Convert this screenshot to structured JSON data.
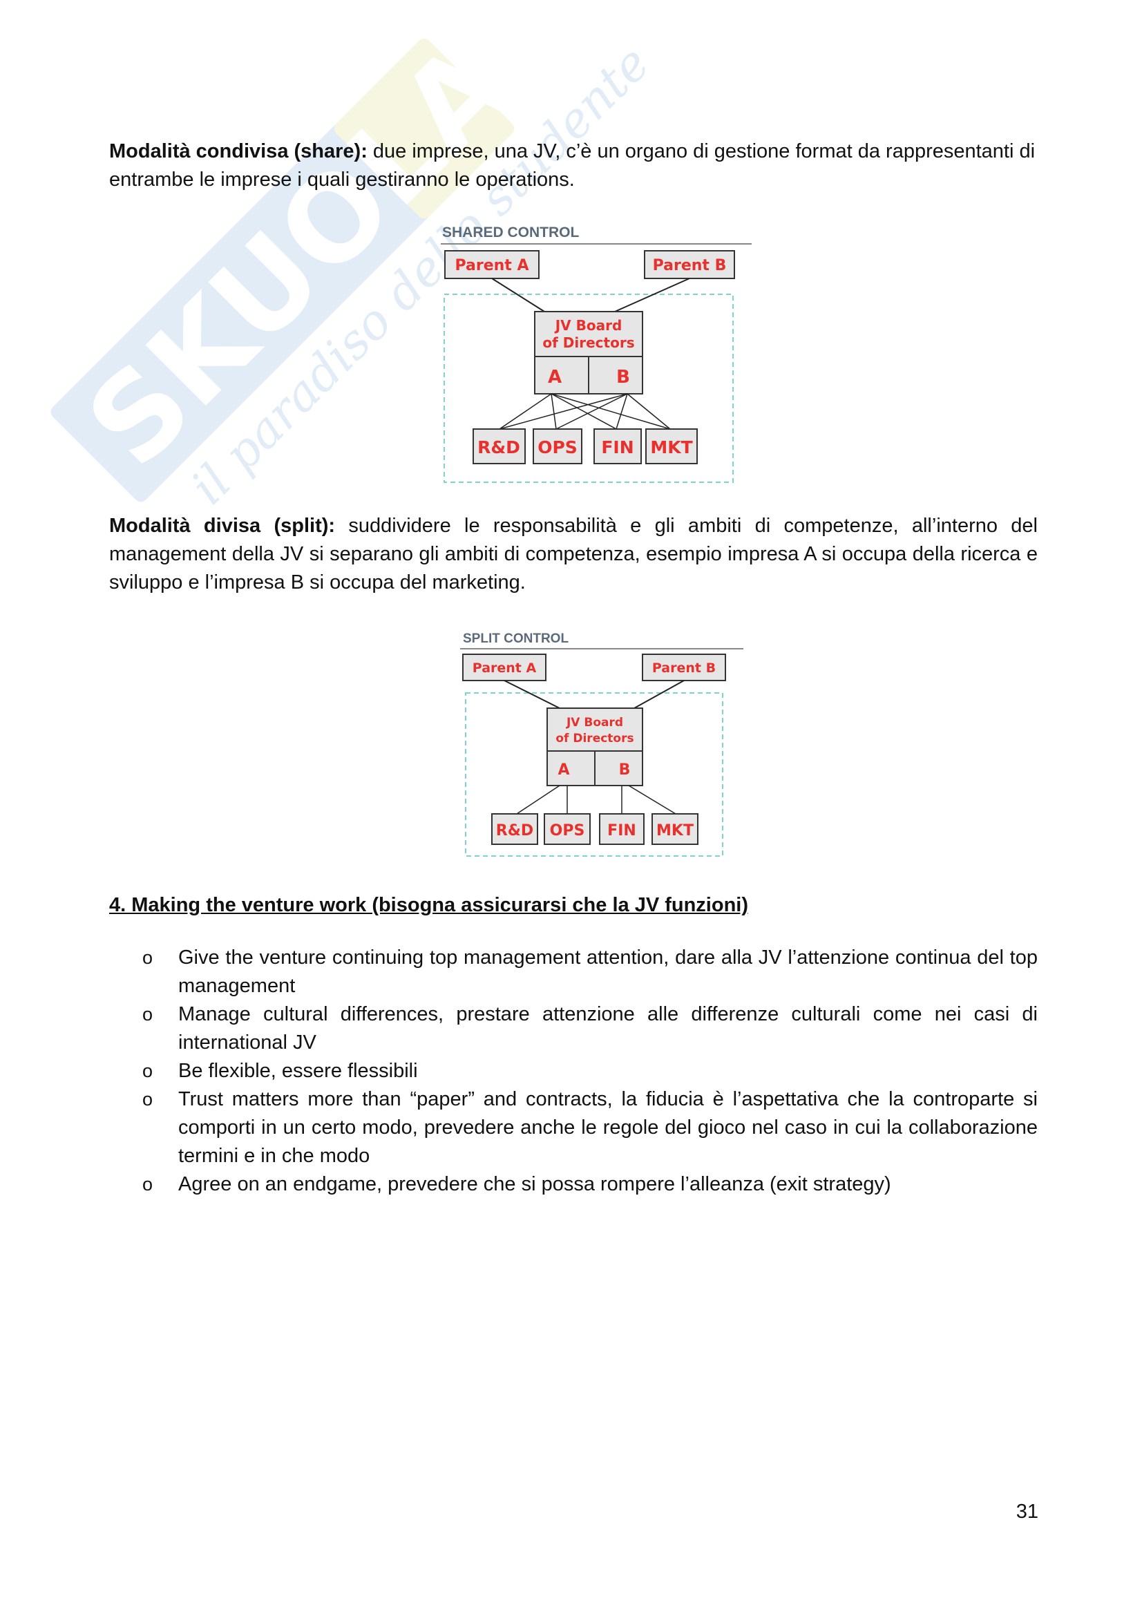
{
  "watermark": {
    "brand": "SKUOLA.net",
    "tagline": "il paradiso dello studente"
  },
  "shared": {
    "heading": "Modalità condivisa (share):",
    "text": " due imprese, una JV, c’è un organo di gestione format da rappresentanti di entrambe le imprese i quali gestiranno le operations.",
    "diagram": {
      "title": "SHARED CONTROL",
      "parent_a": "Parent A",
      "parent_b": "Parent B",
      "board_line1": "JV Board",
      "board_line2": "of Directors",
      "seat_a": "A",
      "seat_b": "B",
      "functions": [
        "R&D",
        "OPS",
        "FIN",
        "MKT"
      ]
    }
  },
  "split": {
    "heading": "Modalità divisa (split):",
    "text": " suddividere le responsabilità e gli ambiti di competenze, all’interno del management della JV si separano gli ambiti di competenza, esempio impresa A si occupa della ricerca e sviluppo e l’impresa B si occupa del marketing.",
    "diagram": {
      "title": "SPLIT CONTROL",
      "parent_a": "Parent A",
      "parent_b": "Parent B",
      "board_line1": "JV Board",
      "board_line2": "of Directors",
      "seat_a": "A",
      "seat_b": "B",
      "functions": [
        "R&D",
        "OPS",
        "FIN",
        "MKT"
      ]
    }
  },
  "section": {
    "heading": "4. Making the venture work (bisogna assicurarsi che la JV funzioni)",
    "bullet_marker": "o",
    "bullets": [
      "Give the venture continuing top management attention, dare alla JV l’attenzione continua del top management",
      "Manage cultural differences, prestare attenzione alle differenze culturali come nei casi di international JV",
      "Be flexible, essere flessibili",
      "Trust matters more than “paper” and contracts, la fiducia è l’aspettativa che la controparte si comporti in un certo modo, prevedere anche le regole del gioco nel caso in cui la collaborazione termini e in che modo",
      "Agree on an endgame, prevedere che si possa rompere l’alleanza (exit strategy)"
    ]
  },
  "page_number": "31",
  "colors": {
    "box_text": "#e8302c",
    "box_fill": "#e6e6e6",
    "dashed_border": "#7fd3cf",
    "watermark_blue": "#c9def0",
    "watermark_yellow": "#f1f0c8"
  }
}
